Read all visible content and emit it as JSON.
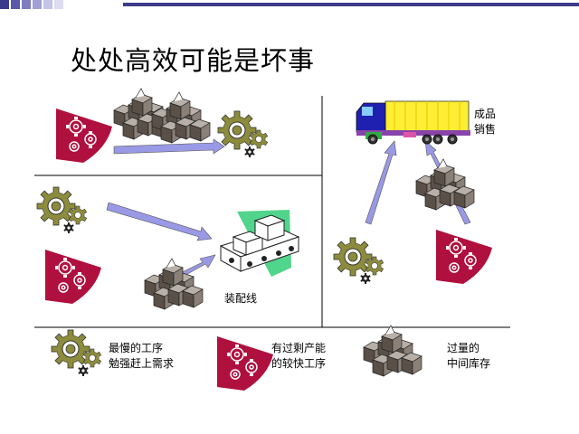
{
  "title": "处处高效可能是坏事",
  "labels": {
    "assembly_line": "装配线",
    "finished_goods_line1": "成品",
    "finished_goods_line2": "销售"
  },
  "legend": [
    {
      "icon": "gear-cluster-icon",
      "line1": "最慢的工序",
      "line2": "勉强赶上需求"
    },
    {
      "icon": "red-gear-fan-icon",
      "line1": "有过剩产能",
      "line2": "的较快工序"
    },
    {
      "icon": "inventory-boxes-icon",
      "line1": "过量的",
      "line2": "中间库存"
    }
  ],
  "colors": {
    "gear": "#8c8c3c",
    "red_fan": "#b0103e",
    "arrow": "#9a99e6",
    "truck_body": "#ffee33",
    "truck_cab": "#2020b0",
    "header_bar": "#3b3b8e"
  }
}
